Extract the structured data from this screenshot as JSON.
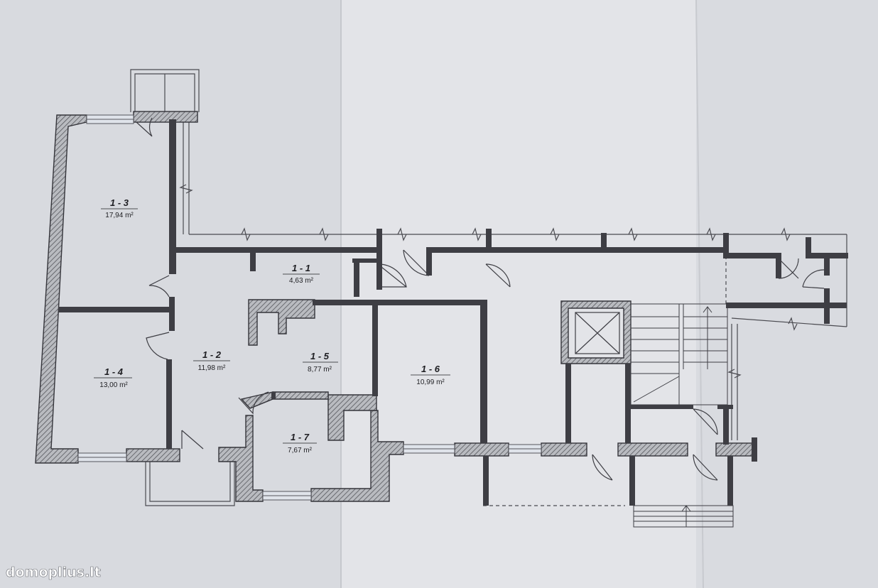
{
  "plan": {
    "rooms": [
      {
        "id": "1 - 1",
        "area": "4,63 m²"
      },
      {
        "id": "1 - 2",
        "area": "11,98 m²"
      },
      {
        "id": "1 - 3",
        "area": "17,94 m²"
      },
      {
        "id": "1 - 4",
        "area": "13,00 m²"
      },
      {
        "id": "1 - 5",
        "area": "8,77 m²"
      },
      {
        "id": "1 - 6",
        "area": "10,99 m²"
      },
      {
        "id": "1 - 7",
        "area": "7,67 m²"
      }
    ]
  },
  "watermark": "domoplius.lt",
  "colors": {
    "paper": "#dcdee3",
    "wall": "#3a3a3e",
    "hatch": "#8c8c92"
  }
}
